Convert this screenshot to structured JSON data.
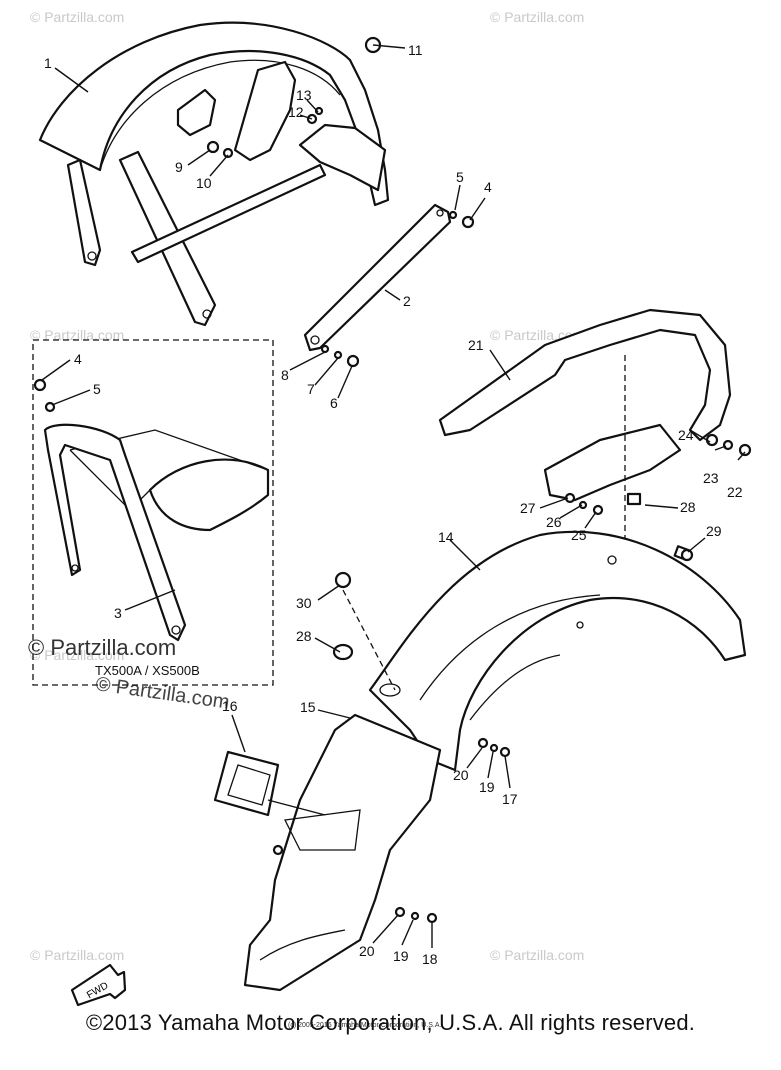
{
  "watermarks": [
    "© Partzilla.com",
    "© Partzilla.com"
  ],
  "callouts": [
    "1",
    "2",
    "3",
    "4",
    "5",
    "6",
    "7",
    "8",
    "9",
    "10",
    "11",
    "12",
    "13",
    "4",
    "5",
    "14",
    "15",
    "16",
    "17",
    "18",
    "19",
    "19",
    "20",
    "20",
    "21",
    "22",
    "23",
    "24",
    "25",
    "26",
    "27",
    "28",
    "28",
    "29",
    "30"
  ],
  "inset": {
    "model_label": "TX500A / XS500B"
  },
  "fwd_label": "FWD",
  "fine_print": "(c) 2005-2016 Yamaha Motor Corporation, U.S.A.",
  "copyright": "©2013 Yamaha Motor Corporation, U.S.A. All rights reserved."
}
